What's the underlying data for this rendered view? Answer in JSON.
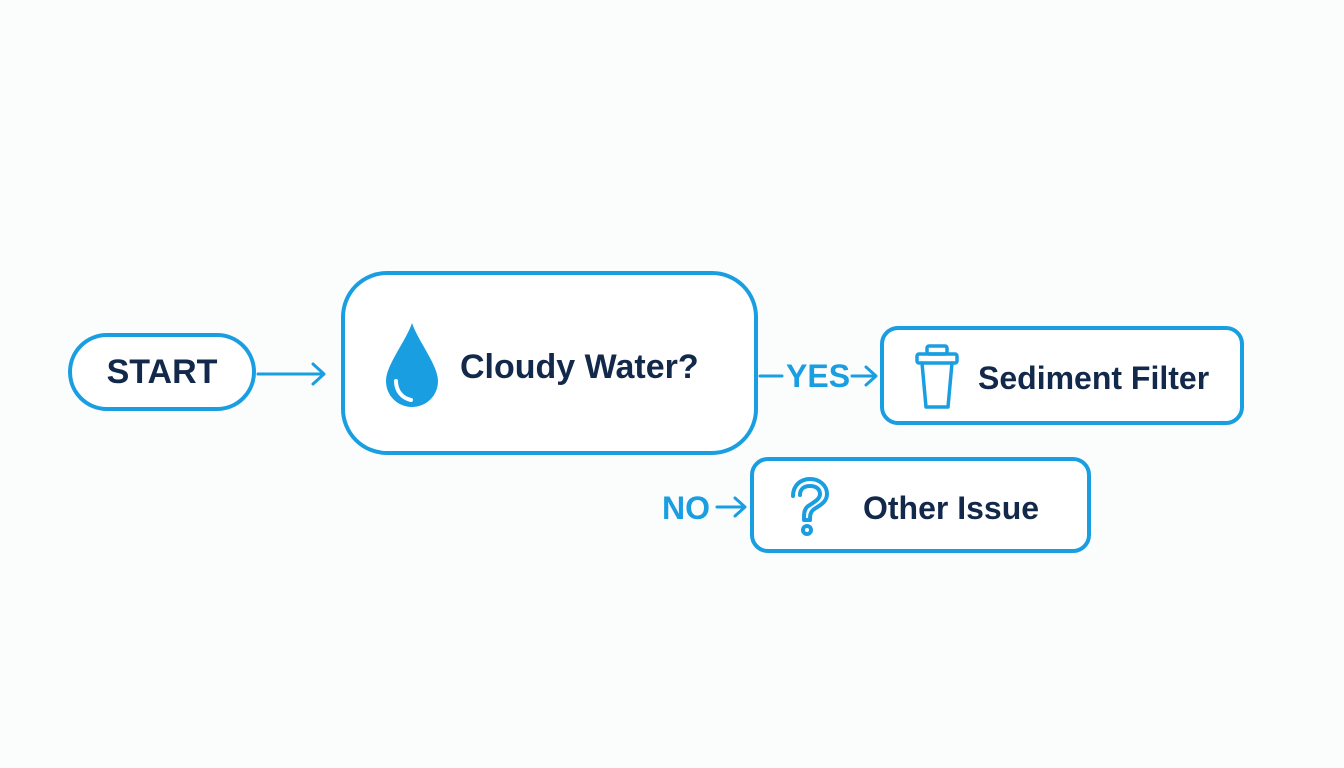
{
  "diagram": {
    "type": "flowchart",
    "colors": {
      "accent": "#1a9ee2",
      "text": "#13294b",
      "background": "#fbfcfc"
    },
    "nodes": {
      "start": {
        "label": "START",
        "shape": "pill"
      },
      "decision": {
        "label": "Cloudy Water?",
        "icon": "water-drop-icon",
        "shape": "rounded-rect"
      },
      "sediment": {
        "label": "Sediment Filter",
        "icon": "filter-cartridge-icon",
        "shape": "rounded-rect"
      },
      "other": {
        "label": "Other Issue",
        "icon": "question-mark-icon",
        "shape": "rounded-rect"
      }
    },
    "edges": [
      {
        "from": "start",
        "to": "decision",
        "label": ""
      },
      {
        "from": "decision",
        "to": "sediment",
        "label": "YES"
      },
      {
        "from": "decision",
        "to": "other",
        "label": "NO"
      }
    ],
    "edge_labels": {
      "yes": "YES",
      "no": "NO"
    }
  }
}
